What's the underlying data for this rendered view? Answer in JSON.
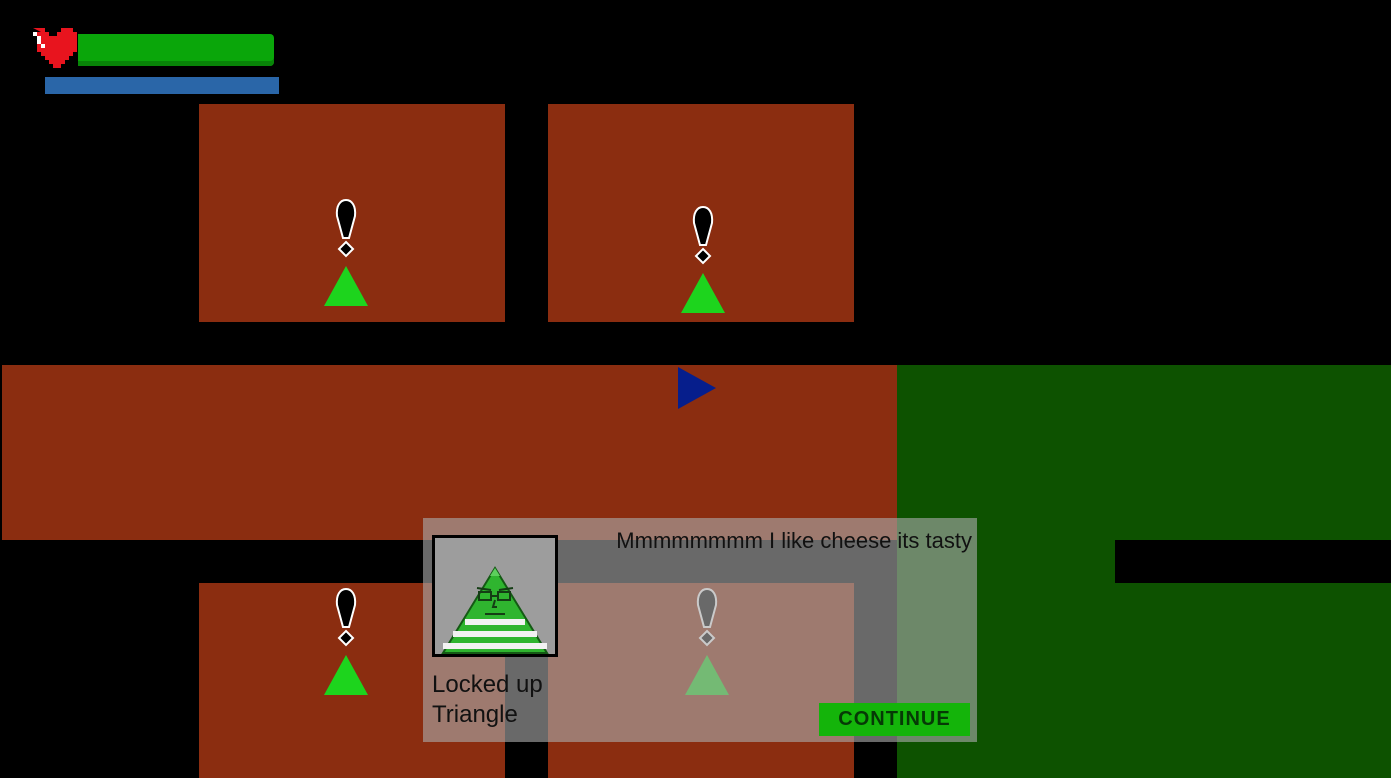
{
  "colors": {
    "wall_floor": "#000000",
    "cell_floor": "#8B2D10",
    "grass_zone": "#0D5200",
    "npc_triangle": "#1DD41D",
    "player": "#061E8C",
    "health_fill": "#0AA60A",
    "mana_fill": "#2A66A8",
    "heart": "#E8141E",
    "dialog_button": "#14B40A"
  },
  "hud": {
    "heart_icon": "pixel-heart-icon",
    "health_fraction": 1.0,
    "mana_fraction": 1.0
  },
  "npcs": [
    {
      "id": "npc-cell-top-left",
      "alert_icon": "exclamation-icon"
    },
    {
      "id": "npc-cell-top-right",
      "alert_icon": "exclamation-icon"
    },
    {
      "id": "npc-cell-bottom-left",
      "alert_icon": "exclamation-icon"
    },
    {
      "id": "npc-cell-bottom-right",
      "alert_icon": "exclamation-icon"
    }
  ],
  "player": {
    "icon": "blue-triangle-player-icon",
    "facing": "right"
  },
  "dialog": {
    "speaker_line1": "Locked up",
    "speaker_line2": "Triangle",
    "message": "Mmmmmmmm I like cheese its tasty",
    "continue_label": "CONTINUE",
    "portrait_icon": "prisoner-triangle-portrait"
  }
}
